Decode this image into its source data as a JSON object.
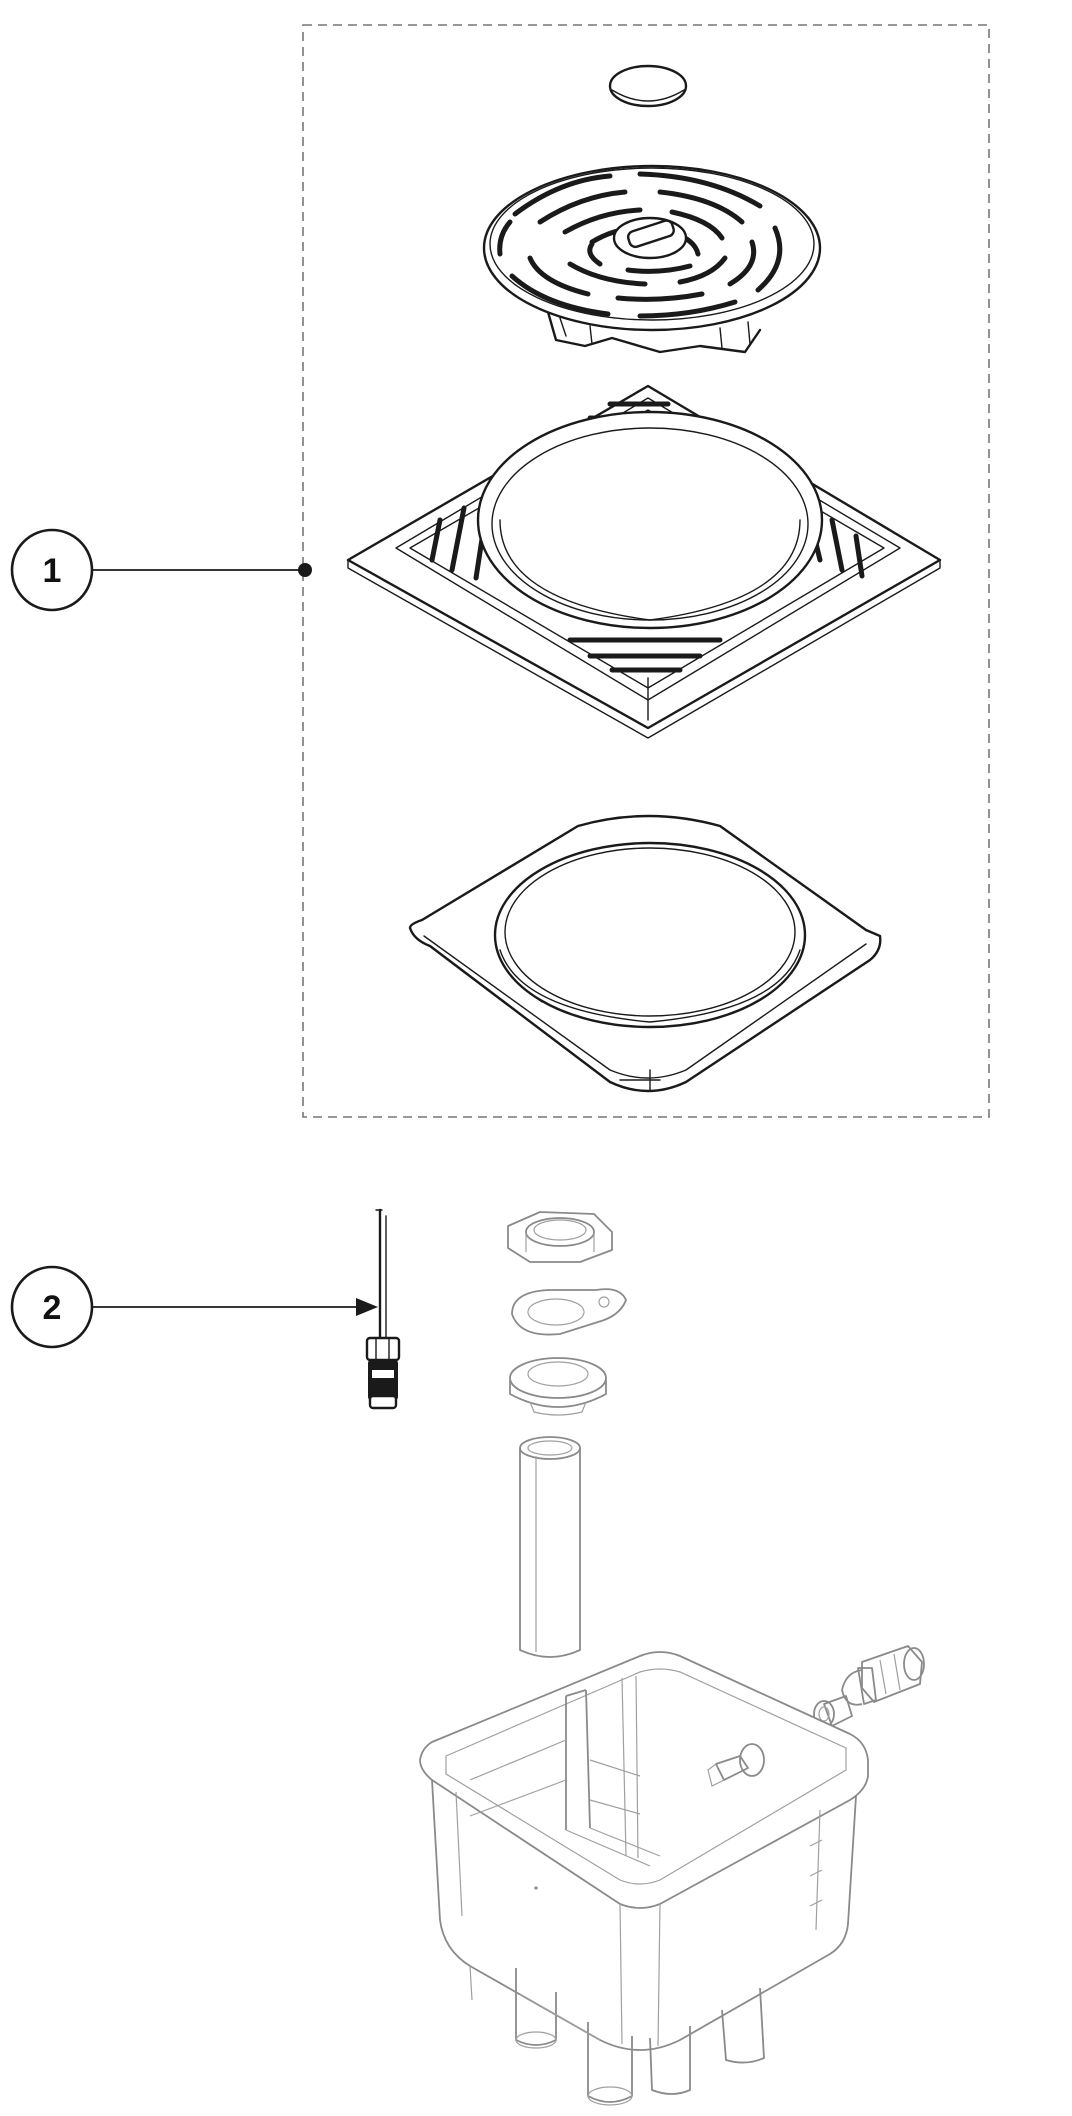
{
  "callouts": [
    {
      "id": "1",
      "label": "1"
    },
    {
      "id": "2",
      "label": "2"
    }
  ],
  "colors": {
    "line": "#1a1a1a",
    "grey_line": "#8a8a8a",
    "background": "#ffffff",
    "group_border": "#777777"
  }
}
